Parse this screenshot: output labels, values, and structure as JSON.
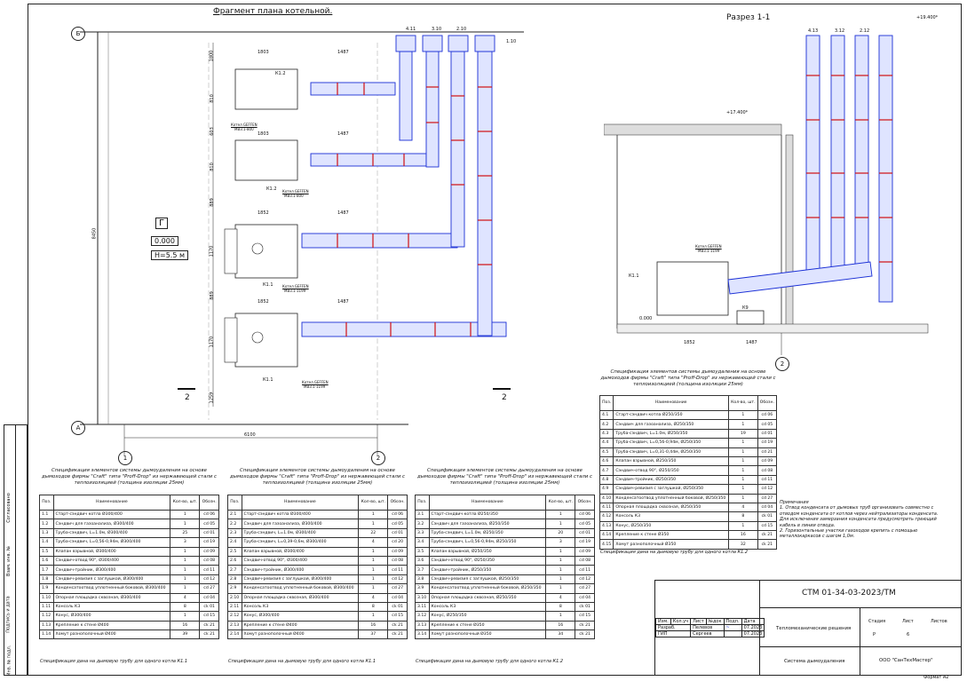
{
  "plan": {
    "title": "Фрагмент плана котельной.",
    "axis_b": "Б",
    "axis_a": "А",
    "axis_1": "1",
    "axis_2": "2",
    "room_letter": "Г",
    "room_level": "0.000",
    "room_height": "Н=5.5 м",
    "section_mark": "2",
    "dim_total": "6100",
    "dim_vertical": "8450",
    "dims_row": [
      "1803",
      "1487",
      "1803",
      "1487",
      "1852",
      "1487",
      "1852",
      "1487"
    ],
    "dims_left": [
      "1800",
      "810",
      "603",
      "810",
      "889",
      "1170",
      "889",
      "1170",
      "1259"
    ],
    "boilers": [
      {
        "tag": "К1.2",
        "model": "Котел GEFFEN",
        "model2": "MB3.1-800"
      },
      {
        "tag": "К1.2",
        "model": "Котел GEFFEN",
        "model2": "MB3.1-800"
      },
      {
        "tag": "К1.1",
        "model": "Котел GEFFEN",
        "model2": "MB3.1-1199"
      },
      {
        "tag": "К1.1",
        "model": "Котел GEFFEN",
        "model2": "MB3.1-1199"
      }
    ],
    "top_tags": [
      "4.11",
      "3.10",
      "2.10",
      "1.10"
    ]
  },
  "section": {
    "title": "Разрез 1-1",
    "level_top": "+19.400*",
    "level_mid": "+17.400*",
    "level_zero": "0.000",
    "axis_2": "2",
    "dims": [
      "1852",
      "1487"
    ],
    "boiler_tag": "К1.1",
    "boiler_model": "Котел GEFFEN",
    "boiler_model2": "MB3.1-1199",
    "k9": "К9",
    "top_tags": [
      "4.13",
      "3.12",
      "2.12"
    ]
  },
  "specs": [
    {
      "title": "Спецификация элементов системы дымоудаления на основе дымоходов фирмы \"Craft\" типа \"Proff-Drop\" из нержавеющей стали с теплоизоляцией (толщина изоляции 25мм)",
      "headers": [
        "Поз.",
        "Наименование",
        "Кол-во, шт.",
        "Обозн."
      ],
      "rows": [
        [
          "1.1",
          "Старт-сэндвич котла Ø300/400",
          "1",
          "cd 06"
        ],
        [
          "1.2",
          "Сэндвич для газоанализа, Ø300/400",
          "1",
          "cd 05"
        ],
        [
          "1.3",
          "Труба-сэндвич, L=1.0м, Ø300/400",
          "25",
          "cd 01"
        ],
        [
          "1.4",
          "Труба-сэндвич, L=0,56-0,94м, Ø300/400",
          "3",
          "cd 19"
        ],
        [
          "1.5",
          "Клапан взрывной, Ø300/400",
          "1",
          "cd 09"
        ],
        [
          "1.6",
          "Сэндвич-отвод 90°, Ø300/400",
          "1",
          "cd 08"
        ],
        [
          "1.7",
          "Сэндвич-тройник, Ø300/400",
          "1",
          "cd 11"
        ],
        [
          "1.8",
          "Сэндвич-ревизия с заглушкой, Ø300/400",
          "1",
          "cd 12"
        ],
        [
          "1.9",
          "Конденсатоотвод уплотненный боковой, Ø300/400",
          "1",
          "cd 27"
        ],
        [
          "1.10",
          "Опорная площадка сквозная, Ø300/400",
          "4",
          "cd 04"
        ],
        [
          "1.11",
          "Консоль К3",
          "8",
          "ck 01"
        ],
        [
          "1.12",
          "Конус, Ø300/400",
          "1",
          "cd 15"
        ],
        [
          "1.13",
          "Крепление к стене Ø400",
          "16",
          "ck 21"
        ],
        [
          "1.14",
          "Хомут разнополочный Ø400",
          "39",
          "ck 21"
        ]
      ],
      "note": "Спецификация дана на дымовую трубу для одного котла К1.1"
    },
    {
      "title": "Спецификация элементов системы дымоудаления на основе дымоходов фирмы \"Craft\" типа \"Proff-Drop\" из нержавеющей стали с теплоизоляцией (толщина изоляции 25мм)",
      "headers": [
        "Поз.",
        "Наименование",
        "Кол-во, шт.",
        "Обозн."
      ],
      "rows": [
        [
          "2.1",
          "Старт-сэндвич котла Ø300/400",
          "1",
          "cd 06"
        ],
        [
          "2.2",
          "Сэндвич для газоанализа, Ø300/400",
          "1",
          "cd 05"
        ],
        [
          "2.3",
          "Труба-сэндвич, L=1.0м, Ø300/400",
          "22",
          "cd 01"
        ],
        [
          "2.4",
          "Труба-сэндвич, L=0,39-0,6м, Ø300/400",
          "4",
          "cd 20"
        ],
        [
          "2.5",
          "Клапан взрывной, Ø300/400",
          "1",
          "cd 09"
        ],
        [
          "2.6",
          "Сэндвич-отвод 90°, Ø300/400",
          "1",
          "cd 08"
        ],
        [
          "2.7",
          "Сэндвич-тройник, Ø300/400",
          "1",
          "cd 11"
        ],
        [
          "2.8",
          "Сэндвич-ревизия с заглушкой, Ø300/400",
          "1",
          "cd 12"
        ],
        [
          "2.9",
          "Конденсатоотвод уплотненный боковой, Ø300/400",
          "1",
          "cd 27"
        ],
        [
          "2.10",
          "Опорная площадка сквозная, Ø300/400",
          "4",
          "cd 04"
        ],
        [
          "2.11",
          "Консоль К3",
          "8",
          "ck 01"
        ],
        [
          "2.12",
          "Конус, Ø300/400",
          "1",
          "cd 15"
        ],
        [
          "2.13",
          "Крепление к стене Ø400",
          "16",
          "ck 21"
        ],
        [
          "2.14",
          "Хомут разнополочный Ø400",
          "37",
          "ck 21"
        ]
      ],
      "note": "Спецификация дана на дымовую трубу для одного котла К1.1"
    },
    {
      "title": "Спецификация элементов системы дымоудаления на основе дымоходов фирмы \"Craft\" типа \"Proff-Drop\" из нержавеющей стали с теплоизоляцией (толщина изоляции 25мм)",
      "headers": [
        "Поз.",
        "Наименование",
        "Кол-во, шт.",
        "Обозн."
      ],
      "rows": [
        [
          "3.1",
          "Старт-сэндвич котла Ø250/350",
          "1",
          "cd 06"
        ],
        [
          "3.2",
          "Сэндвич для газоанализа, Ø250/350",
          "1",
          "cd 05"
        ],
        [
          "3.3",
          "Труба-сэндвич, L=1.0м, Ø250/350",
          "20",
          "cd 01"
        ],
        [
          "3.4",
          "Труба-сэндвич, L=0,56-0,94м, Ø250/350",
          "3",
          "cd 19"
        ],
        [
          "3.5",
          "Клапан взрывной, Ø250/350",
          "1",
          "cd 09"
        ],
        [
          "3.6",
          "Сэндвич-отвод 90°, Ø250/350",
          "1",
          "cd 08"
        ],
        [
          "3.7",
          "Сэндвич-тройник, Ø250/350",
          "1",
          "cd 11"
        ],
        [
          "3.8",
          "Сэндвич-ревизия с заглушкой, Ø250/350",
          "1",
          "cd 12"
        ],
        [
          "3.9",
          "Конденсатоотвод уплотненный боковой, Ø250/350",
          "1",
          "cd 27"
        ],
        [
          "3.10",
          "Опорная площадка сквозная, Ø250/350",
          "4",
          "cd 04"
        ],
        [
          "3.11",
          "Консоль К3",
          "8",
          "ck 01"
        ],
        [
          "3.12",
          "Конус, Ø250/350",
          "1",
          "cd 15"
        ],
        [
          "3.13",
          "Крепление к стене Ø350",
          "16",
          "ck 21"
        ],
        [
          "3.14",
          "Хомут разнополочный Ø350",
          "34",
          "ck 21"
        ]
      ],
      "note": "Спецификация дана на дымовую трубу для одного котла К1.2"
    },
    {
      "title": "Спецификация элементов системы дымоудаления на основе дымоходов фирмы \"Craft\" типа \"Proff-Drop\" из нержавеющей стали с теплоизоляцией (толщина изоляции 25мм)",
      "headers": [
        "Поз.",
        "Наименование",
        "Кол-во, шт.",
        "Обозн."
      ],
      "rows": [
        [
          "4.1",
          "Старт-сэндвич котла Ø250/350",
          "1",
          "cd 06"
        ],
        [
          "4.2",
          "Сэндвич для газоанализа, Ø250/350",
          "1",
          "cd 05"
        ],
        [
          "4.3",
          "Труба-сэндвич, L=1.0м, Ø250/350",
          "19",
          "cd 01"
        ],
        [
          "4.4",
          "Труба-сэндвич, L=0,56-0,94м, Ø250/350",
          "1",
          "cd 19"
        ],
        [
          "4.5",
          "Труба-сэндвич, L=0,31-0,44м, Ø250/350",
          "1",
          "cd 21"
        ],
        [
          "4.6",
          "Клапан взрывной, Ø250/350",
          "1",
          "cd 09"
        ],
        [
          "4.7",
          "Сэндвич-отвод 90°, Ø250/350",
          "1",
          "cd 08"
        ],
        [
          "4.8",
          "Сэндвич-тройник, Ø250/350",
          "1",
          "cd 11"
        ],
        [
          "4.9",
          "Сэндвич-ревизия с заглушкой, Ø250/350",
          "1",
          "cd 12"
        ],
        [
          "4.10",
          "Конденсатоотвод уплотненный боковой, Ø250/350",
          "1",
          "cd 27"
        ],
        [
          "4.11",
          "Опорная площадка сквозная, Ø250/350",
          "4",
          "cd 04"
        ],
        [
          "4.12",
          "Консоль К3",
          "8",
          "ck 01"
        ],
        [
          "4.13",
          "Конус, Ø250/350",
          "1",
          "cd 15"
        ],
        [
          "4.14",
          "Крепление к стене Ø350",
          "16",
          "ck 21"
        ],
        [
          "4.15",
          "Хомут разнополочный Ø350",
          "32",
          "ck 21"
        ]
      ],
      "note": "Спецификация дана на дымовую трубу для одного котла К1.2"
    }
  ],
  "notes": {
    "heading": "Примечания",
    "lines": [
      "1. Отвод конденсата от дымовых труб организовать совместно с",
      "отводом конденсата от котлов через нейтрализаторы конденсата.",
      "Для исключения замерзания конденсата предусмотреть греющий",
      "кабель в линии отвода.",
      "2. Горизонтальные участки газоходов крепить с помощью",
      "металлокаркасов с шагом 1,0м."
    ]
  },
  "titleblock": {
    "code": "СТМ 01-34-03-2023/ТМ",
    "col_headers": [
      "Изм.",
      "Кол.уч",
      "Лист",
      "№док",
      "Подп.",
      "Дата"
    ],
    "roles": [
      {
        "role": "Разраб.",
        "name": "Пелевов",
        "date": "07.2023"
      },
      {
        "role": "ГИП",
        "name": "Сергеев",
        "date": "07.2023"
      }
    ],
    "section": "Тепломеханические решения",
    "sheet_title": "Система дымоудаления",
    "stage_label": "Стадия",
    "sheet_label": "Лист",
    "sheets_label": "Листов",
    "stage": "Р",
    "sheet": "6",
    "company": "ООО \"СанТехМастер\"",
    "format": "Формат А2"
  },
  "side_stamp": {
    "labels": [
      "Согласовано",
      "Взам. инв. №",
      "Подпись и дата",
      "Инв. № подл."
    ]
  }
}
